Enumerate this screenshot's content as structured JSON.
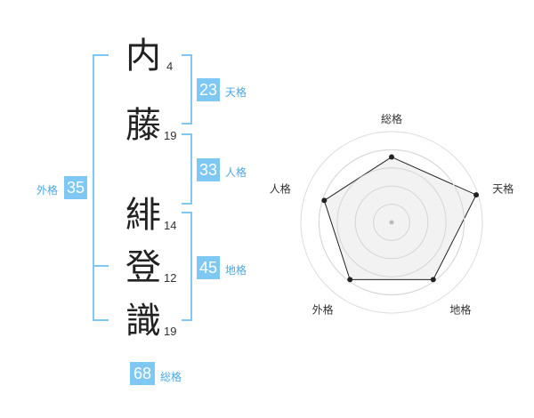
{
  "name_chars": [
    {
      "char": "内",
      "strokes": "4"
    },
    {
      "char": "藤",
      "strokes": "19"
    },
    {
      "char": "緋",
      "strokes": "14"
    },
    {
      "char": "登",
      "strokes": "12"
    },
    {
      "char": "識",
      "strokes": "19"
    }
  ],
  "fortunes": {
    "tenkaku": {
      "value": "23",
      "label": "天格"
    },
    "jinkaku": {
      "value": "33",
      "label": "人格"
    },
    "chikaku": {
      "value": "45",
      "label": "地格"
    },
    "gaikaku": {
      "value": "35",
      "label": "外格"
    },
    "soukaku": {
      "value": "68",
      "label": "総格"
    }
  },
  "chart_data": {
    "type": "radar",
    "axes": [
      "総格",
      "天格",
      "地格",
      "外格",
      "人格"
    ],
    "values": [
      0.72,
      0.98,
      0.78,
      0.78,
      0.78
    ],
    "range": [
      0,
      1
    ],
    "rings": 5,
    "colors": {
      "accent": "#7ec8f3",
      "fill": "#eeeeee",
      "line": "#222222",
      "ring": "#dddddd"
    }
  }
}
